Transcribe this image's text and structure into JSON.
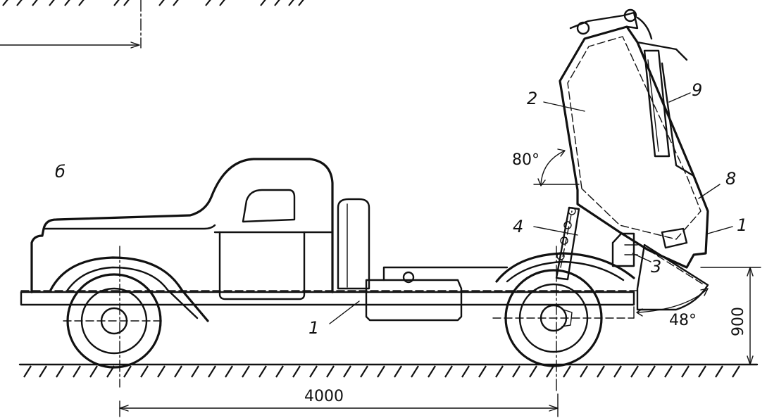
{
  "view_label": "б",
  "callouts": {
    "frame_rear": "1",
    "frame_chassis": "1",
    "body": "2",
    "hinge": "3",
    "lift": "4",
    "part8": "8",
    "part9": "9"
  },
  "angles": {
    "body_tilt": "80°",
    "tailgate": "48°"
  },
  "dimensions": {
    "wheelbase": "4000",
    "rear_height": "900"
  }
}
